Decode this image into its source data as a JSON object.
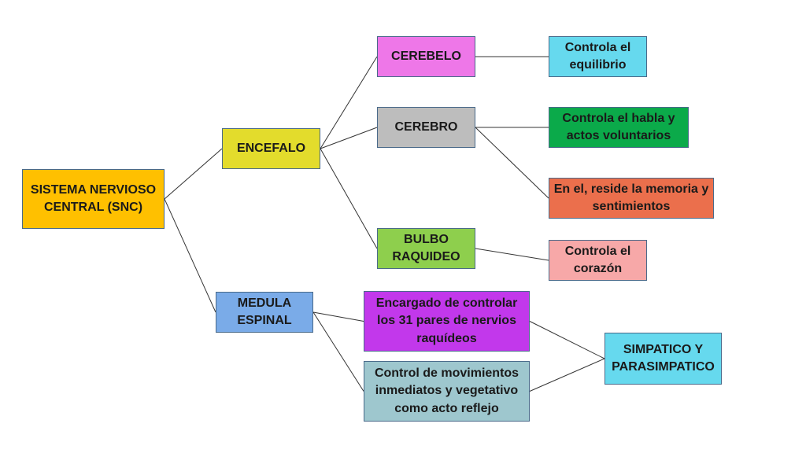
{
  "nodes": {
    "snc": {
      "label": "SISTEMA NERVIOSO CENTRAL (SNC)",
      "color": "#FFC000"
    },
    "encefalo": {
      "label": "ENCEFALO",
      "color": "#E3DC2C"
    },
    "medula": {
      "label": "MEDULA ESPINAL",
      "color": "#7AABE8"
    },
    "cerebelo": {
      "label": "CEREBELO",
      "color": "#EE77E8"
    },
    "cerebro": {
      "label": "CEREBRO",
      "color": "#BDBDBD"
    },
    "bulbo": {
      "label": "BULBO RAQUIDEO",
      "color": "#8ECF4D"
    },
    "equilibrio": {
      "label": "Controla el equilibrio",
      "color": "#66D9EE"
    },
    "habla": {
      "label": "Controla el habla y actos voluntarios",
      "color": "#0BAA4A"
    },
    "memoria": {
      "label": "En el, reside la memoria y sentimientos",
      "color": "#EB6F4C"
    },
    "corazon": {
      "label": "Controla el corazón",
      "color": "#F7A8A8"
    },
    "nervios": {
      "label": "Encargado de controlar los 31 pares de nervios raquídeos",
      "color": "#C238EB"
    },
    "movimientos": {
      "label": "Control de movimientos inmediatos y vegetativo como acto reflejo",
      "color": "#9EC7CE"
    },
    "simpatico": {
      "label": "SIMPATICO Y PARASIMPATICO",
      "color": "#66D9EE"
    }
  },
  "edges": [
    [
      "snc",
      "encefalo"
    ],
    [
      "snc",
      "medula"
    ],
    [
      "encefalo",
      "cerebelo"
    ],
    [
      "encefalo",
      "cerebro"
    ],
    [
      "encefalo",
      "bulbo"
    ],
    [
      "cerebelo",
      "equilibrio"
    ],
    [
      "cerebro",
      "habla"
    ],
    [
      "cerebro",
      "memoria"
    ],
    [
      "bulbo",
      "corazon"
    ],
    [
      "medula",
      "nervios"
    ],
    [
      "medula",
      "movimientos"
    ],
    [
      "nervios",
      "simpatico"
    ],
    [
      "movimientos",
      "simpatico"
    ]
  ]
}
